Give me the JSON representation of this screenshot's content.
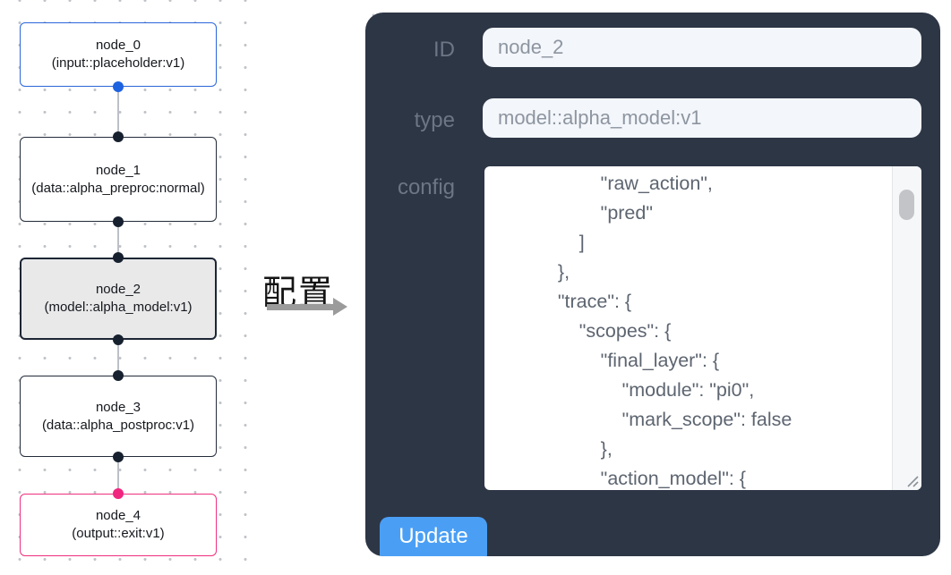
{
  "canvas": {
    "nodes": [
      {
        "id": "node_0",
        "title": "node_0",
        "type_label": "(input::placeholder:v1)",
        "role": "input"
      },
      {
        "id": "node_1",
        "title": "node_1",
        "type_label": "(data::alpha_preproc:normal)",
        "role": "data"
      },
      {
        "id": "node_2",
        "title": "node_2",
        "type_label": "(model::alpha_model:v1)",
        "role": "model",
        "selected": true
      },
      {
        "id": "node_3",
        "title": "node_3",
        "type_label": "(data::alpha_postproc:v1)",
        "role": "data"
      },
      {
        "id": "node_4",
        "title": "node_4",
        "type_label": "(output::exit:v1)",
        "role": "output"
      }
    ]
  },
  "transition": {
    "label": "配置"
  },
  "inspector": {
    "id_label": "ID",
    "id_value": "node_2",
    "type_label": "type",
    "type_value": "model::alpha_model:v1",
    "config_label": "config",
    "config_text": "            \"raw_action\",\n            \"pred\"\n        ]\n    },\n    \"trace\": {\n        \"scopes\": {\n            \"final_layer\": {\n                \"module\": \"pi0\",\n                \"mark_scope\": false\n            },\n            \"action_model\": {",
    "update_label": "Update"
  },
  "colors": {
    "panel_bg": "#2d3645",
    "button_blue": "#4a9ff5",
    "node_input_blue": "#2a66d9",
    "node_output_pink": "#ee2f7d",
    "node_selected_bg": "#e9e9ea",
    "field_bg": "#f3f6fa"
  }
}
